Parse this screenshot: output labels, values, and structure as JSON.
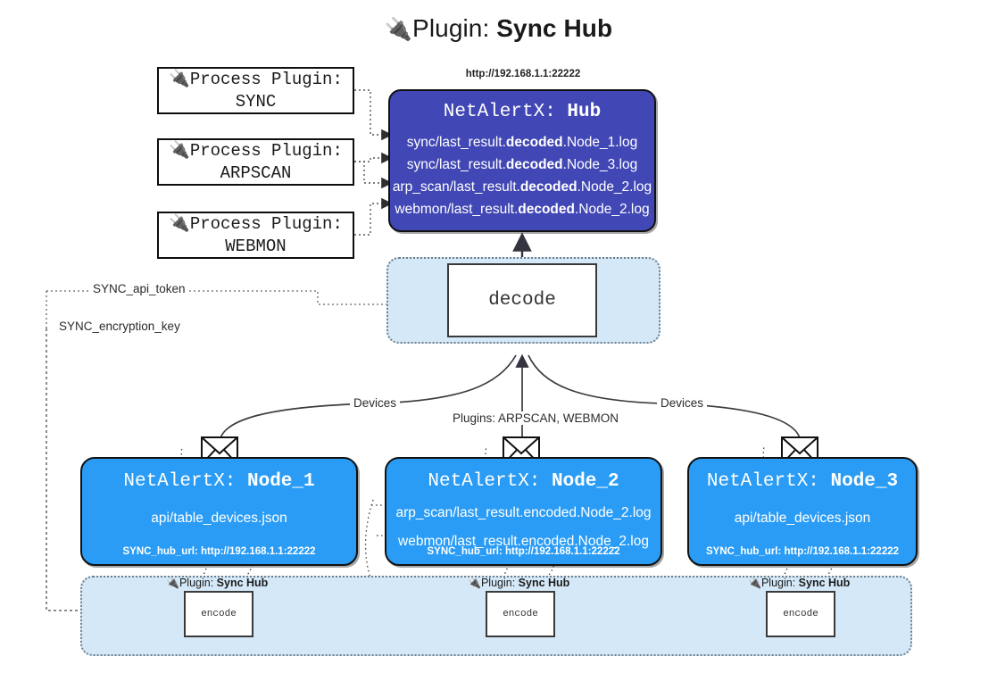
{
  "header": {
    "plug_icon": "🔌",
    "prefix": "Plugin: ",
    "title": "Sync Hub"
  },
  "process_plugins": [
    {
      "line1": "🔌Process Plugin:",
      "line2": "SYNC"
    },
    {
      "line1": "🔌Process Plugin:",
      "line2": "ARPSCAN"
    },
    {
      "line1": "🔌Process Plugin:",
      "line2": "WEBMON"
    }
  ],
  "hub": {
    "url_label": "http://192.168.1.1:22222",
    "title_prefix": "NetAlertX: ",
    "title_name": "Hub",
    "lines": [
      {
        "pre": "sync/last_result.",
        "mid": "decoded",
        "post": ".Node_1.log"
      },
      {
        "pre": "sync/last_result.",
        "mid": "decoded",
        "post": ".Node_3.log"
      },
      {
        "pre": "arp_scan/last_result.",
        "mid": "decoded",
        "post": ".Node_2.log"
      },
      {
        "pre": "webmon/last_result.",
        "mid": "decoded",
        "post": ".Node_2.log"
      }
    ]
  },
  "decode": {
    "label": "decode"
  },
  "secrets": [
    {
      "label": "SYNC_api_token"
    },
    {
      "label": "SYNC_encryption_key"
    }
  ],
  "edge_labels": {
    "devices_left": "Devices",
    "devices_right": "Devices",
    "plugins_center": "Plugins: ARPSCAN, WEBMON"
  },
  "nodes": [
    {
      "title_prefix": "NetAlertX: ",
      "title_name": "Node_1",
      "lines": [
        "api/table_devices.json"
      ],
      "footer": "SYNC_hub_url: http://192.168.1.1:22222",
      "mail_icon": "envelope-icon"
    },
    {
      "title_prefix": "NetAlertX: ",
      "title_name": "Node_2",
      "lines": [
        "arp_scan/last_result.encoded.Node_2.log",
        "webmon/last_result.encoded.Node_2.log"
      ],
      "footer": "SYNC_hub_url: http://192.168.1.1:22222",
      "mail_icon": "envelope-icon"
    },
    {
      "title_prefix": "NetAlertX: ",
      "title_name": "Node_3",
      "lines": [
        "api/table_devices.json"
      ],
      "footer": "SYNC_hub_url: http://192.168.1.1:22222",
      "mail_icon": "envelope-icon"
    }
  ],
  "encoders": [
    {
      "plug_icon": "🔌",
      "plugin_prefix": "Plugin: ",
      "plugin_name": "Sync Hub",
      "label": "encode"
    },
    {
      "plug_icon": "🔌",
      "plugin_prefix": "Plugin: ",
      "plugin_name": "Sync Hub",
      "label": "encode"
    },
    {
      "plug_icon": "🔌",
      "plugin_prefix": "Plugin: ",
      "plugin_name": "Sync Hub",
      "label": "encode"
    }
  ],
  "colors": {
    "hub_fill": "#4147b4",
    "node_fill": "#2a9cf5",
    "pane_fill": "#d4e8f7",
    "stroke": "#111111",
    "background": "#ffffff"
  }
}
